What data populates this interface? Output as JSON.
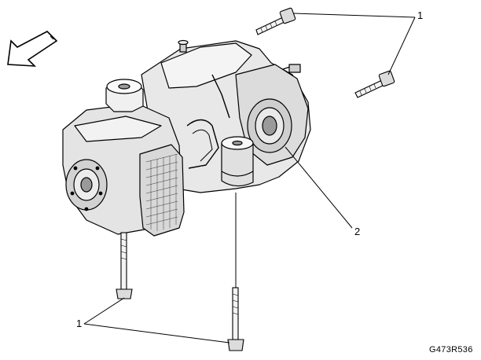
{
  "diagram": {
    "callouts": {
      "bolt_top": "1",
      "housing": "2",
      "bolt_bottom": "1"
    },
    "figure_code": "G473R536",
    "colors": {
      "ink": "#000000",
      "part_light": "#f2f2f2",
      "part_mid": "#d6d6d6",
      "part_dark": "#9a9a9a",
      "arrow_fill": "#ffffff"
    },
    "icons": {
      "direction": "arrow-left-down-icon"
    }
  }
}
